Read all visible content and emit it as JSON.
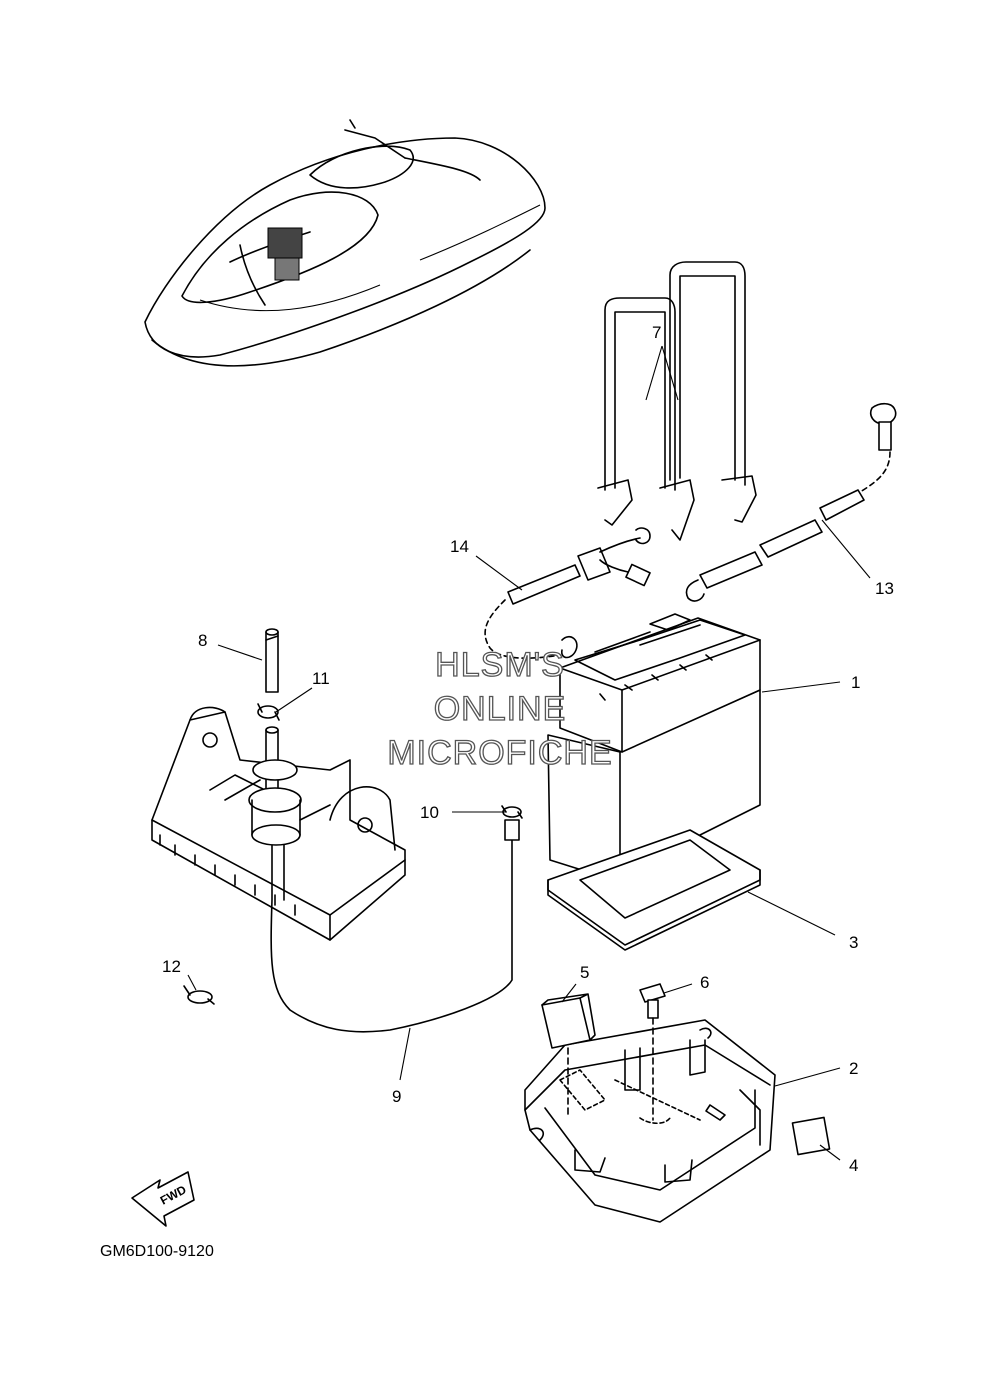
{
  "diagram_code": "GM6D100-9120",
  "fwd_label": "FWD",
  "watermark": {
    "line1": "HLSM'S",
    "line2": "ONLINE",
    "line3": "MICROFICHE"
  },
  "callouts": {
    "c1": "1",
    "c2": "2",
    "c3": "3",
    "c4": "4",
    "c5": "5",
    "c6": "6",
    "c7": "7",
    "c8": "8",
    "c9": "9",
    "c10": "10",
    "c11": "11",
    "c12": "12",
    "c13": "13",
    "c14": "14"
  }
}
